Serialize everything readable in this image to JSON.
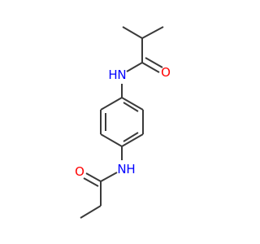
{
  "molecule": {
    "atoms": {
      "n_top": {
        "element": "N",
        "hydrogen": "H",
        "color": "#0000ff"
      },
      "o_top": {
        "element": "O",
        "color": "#ff0000"
      },
      "n_bottom": {
        "element": "N",
        "hydrogen": "H",
        "color": "#0000ff"
      },
      "o_bottom": {
        "element": "O",
        "color": "#ff0000"
      }
    },
    "bond_color": "#3a3a3a"
  }
}
